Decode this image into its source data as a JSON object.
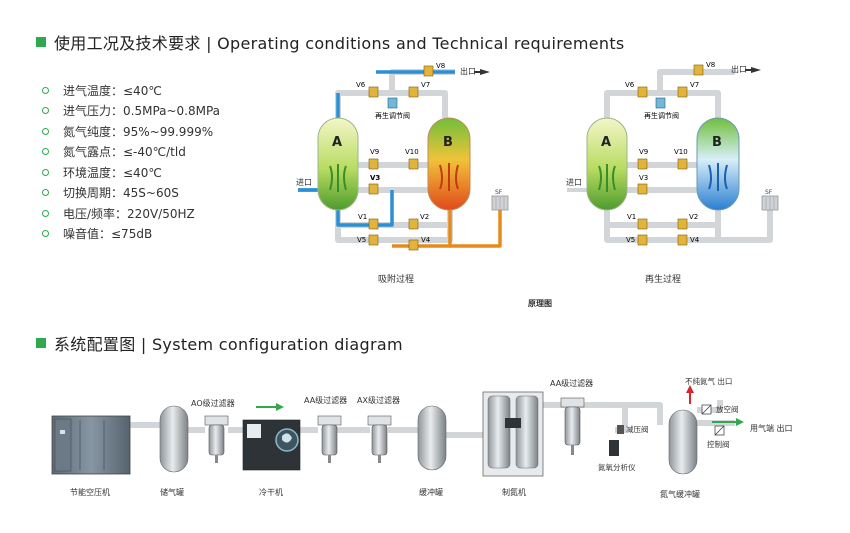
{
  "section1": {
    "title": "使用工况及技术要求 | Operating conditions and Technical requirements"
  },
  "specs": [
    "进气温度：≤40℃",
    "进气压力：0.5MPa~0.8MPa",
    "氮气纯度：95%~99.999%",
    "氮气露点：≤-40℃/tld",
    "环境温度：≤40℃",
    "切换周期：45S~60S",
    "电压/频率：220V/50HZ",
    "噪音值：≤75dB"
  ],
  "principle": {
    "outlet": "出口",
    "inlet": "进口",
    "regen_valve": "再生调节阀",
    "tower_a": "A",
    "tower_b": "B",
    "sf": "SF",
    "valves": [
      "V1",
      "V2",
      "V3",
      "V4",
      "V5",
      "V6",
      "V7",
      "V8",
      "V9",
      "V10"
    ],
    "left_caption": "吸附过程",
    "right_caption": "再生过程",
    "figure_caption": "原理图",
    "colors": {
      "adsorb": "#2a8fd6",
      "regen": "#e88a1a",
      "pipe": "#d6d9dc"
    }
  },
  "section2": {
    "title": "系统配置图 | System configuration diagram"
  },
  "system": {
    "labels": {
      "compressor": "节能空压机",
      "air_tank": "储气罐",
      "ao_filter": "AO级过滤器",
      "dryer": "冷干机",
      "aa_filter1": "AA级过滤器",
      "ax_filter": "AX级过滤器",
      "buffer": "缓冲罐",
      "generator": "制氮机",
      "aa_filter2": "AA级过滤器",
      "reducer": "减压阀",
      "analyzer": "氮氧分析仪",
      "n2_buffer": "氮气缓冲罐",
      "impure_out": "不纯氮气 出口",
      "vent_valve": "放空阀",
      "user_out": "用气端 出口",
      "control_valve": "控制阀"
    },
    "colors": {
      "accent": "#2fa84f",
      "alert": "#d9262a"
    }
  }
}
